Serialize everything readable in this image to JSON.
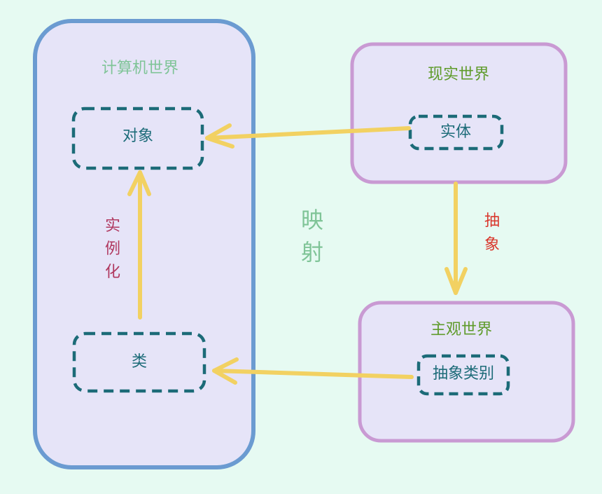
{
  "colors": {
    "background": "#e6faf2",
    "panel_fill": "#e6e4f8",
    "computer_border": "#6b9bd1",
    "world_border": "#c99ad3",
    "node_border": "#1c6b78",
    "node_text": "#1c6b78",
    "arrow": "#f2d162",
    "computer_title": "#7fc497",
    "world_title": "#5f9b2b",
    "instantiate_text": "#b0385f",
    "abstract_text": "#d9372c",
    "mapping_text": "#7fc497"
  },
  "computer_world": {
    "title": "计算机世界",
    "object_label": "对象",
    "class_label": "类",
    "instantiate_label": [
      "实",
      "例",
      "化"
    ]
  },
  "real_world": {
    "title": "现实世界",
    "entity_label": "实体"
  },
  "subjective_world": {
    "title": "主观世界",
    "category_label": "抽象类别"
  },
  "abstract_label": [
    "抽",
    "象"
  ],
  "mapping_label": [
    "映",
    "射"
  ]
}
